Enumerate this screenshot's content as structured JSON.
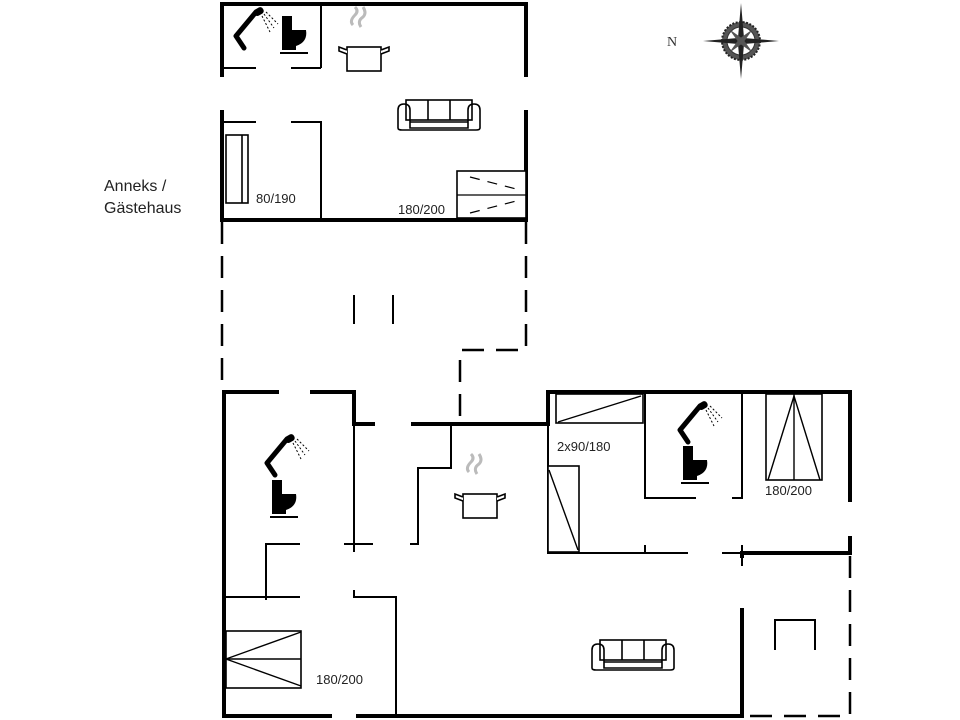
{
  "annex_label": {
    "line1": "Anneks /",
    "line2": "Gästehaus"
  },
  "compass": {
    "north_label": "N"
  },
  "beds": {
    "annex_single": "80/190",
    "annex_double": "180/200",
    "main_bunk": "2x90/180",
    "main_bedroom_right": "180/200",
    "main_bedroom_left": "180/200"
  },
  "icons": [
    "shower-icon",
    "toilet-icon",
    "kitchen-pot-icon",
    "sofa-icon",
    "compass-rose-icon"
  ],
  "colors": {
    "walls": "#000000",
    "background": "#ffffff",
    "steam": "#bbbbbb"
  }
}
